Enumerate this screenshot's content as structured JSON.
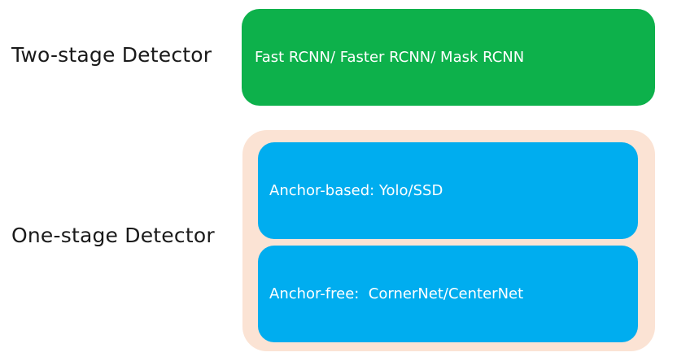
{
  "rows": {
    "two_stage": {
      "label": "Two-stage Detector",
      "box_text": "Fast RCNN/ Faster RCNN/ Mask RCNN"
    },
    "one_stage": {
      "label": "One-stage Detector",
      "anchor_based_text": "Anchor-based: Yolo/SSD",
      "anchor_free_text": "Anchor-free:  CornerNet/CenterNet"
    }
  },
  "colors": {
    "two_stage_fill": "#0db14b",
    "one_stage_container_fill": "#fbe3d4",
    "one_stage_box_fill": "#00adef",
    "label_text": "#1a1a1a",
    "box_text": "#ffffff"
  }
}
